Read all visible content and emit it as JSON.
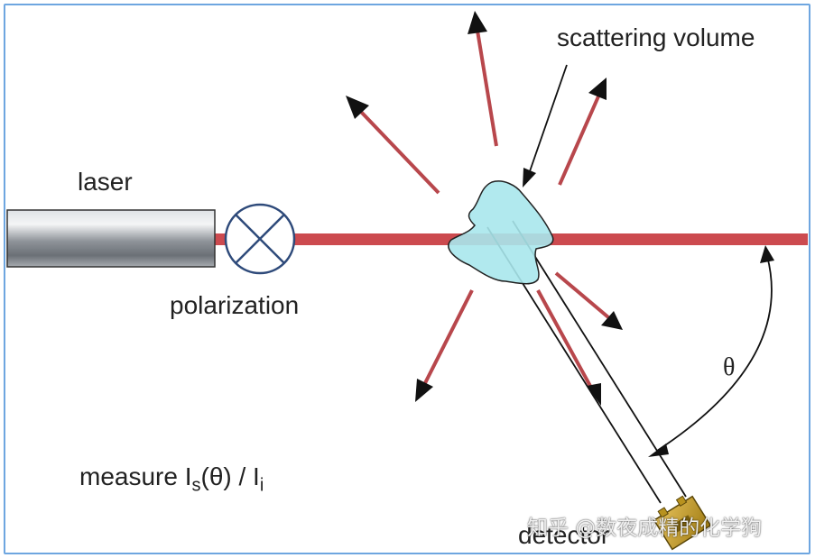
{
  "labels": {
    "laser": "laser",
    "polarization": "polarization",
    "scattering_volume": "scattering volume",
    "detector": "detector",
    "theta": "θ",
    "measure_prefix": "measure I",
    "measure_sub_s": "s",
    "measure_mid": "(θ) / I",
    "measure_sub_i": "i"
  },
  "watermark": "知乎 @数夜成精的化学狗",
  "colors": {
    "beam": "#cc4a4f",
    "arrow_shaft": "#b8474c",
    "scattering_volume_fill": "#a9e7ec",
    "detector_body": "#c9a227",
    "frame_border": "#6ea6e0"
  }
}
